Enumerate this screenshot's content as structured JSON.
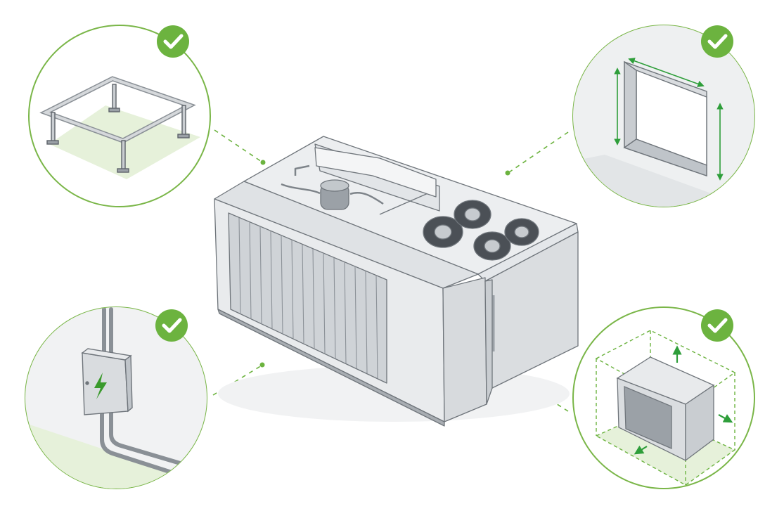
{
  "colors": {
    "accent_green": "#6cb33f",
    "ring_green": "#7ab648",
    "light_green": "#e6f1da",
    "arrow_green": "#2e9e3a",
    "bolt_green": "#3a9a2c",
    "metal_light": "#e9ebed",
    "metal_mid": "#d3d6d9",
    "metal_dark": "#a8adb2",
    "outline": "#6f757b"
  },
  "diagram": {
    "central_unit": "condensing-unit",
    "callouts": [
      {
        "id": "support-frame",
        "position": "top-left",
        "icon": "check-badge-icon"
      },
      {
        "id": "wall-opening",
        "position": "top-right",
        "icon": "check-badge-icon"
      },
      {
        "id": "electrical-supply",
        "position": "bottom-left",
        "icon": "check-badge-icon"
      },
      {
        "id": "service-clearance",
        "position": "bottom-right",
        "icon": "check-badge-icon"
      }
    ]
  }
}
